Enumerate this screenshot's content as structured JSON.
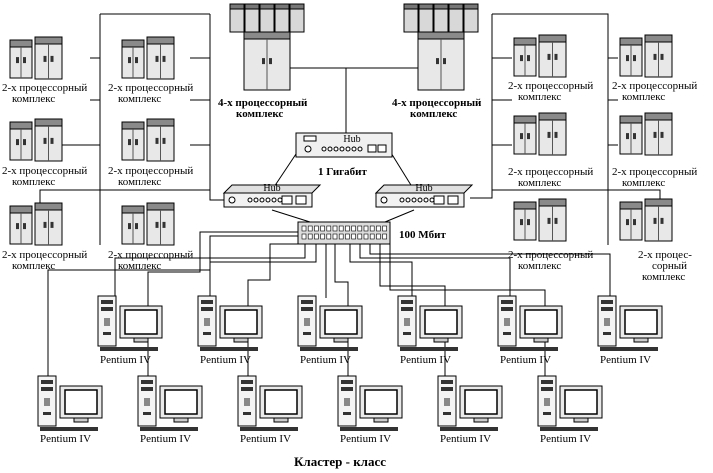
{
  "caption": "Кластер - класс",
  "hub_label": "Hub",
  "gigabit_label": "1 Гигабит",
  "switch_label": "100 Мбит",
  "quad_label": [
    "4-х процессорный",
    "комплекс"
  ],
  "dual_label": [
    "2-х процессорный",
    "комплекс"
  ],
  "dual_label_alt": [
    "2-х процес-",
    "сорный",
    "комплекс"
  ],
  "pc_label": "Pentium IV",
  "icons": [
    "server-cabinet-icon",
    "hub-icon",
    "switch-icon",
    "workstation-icon"
  ]
}
